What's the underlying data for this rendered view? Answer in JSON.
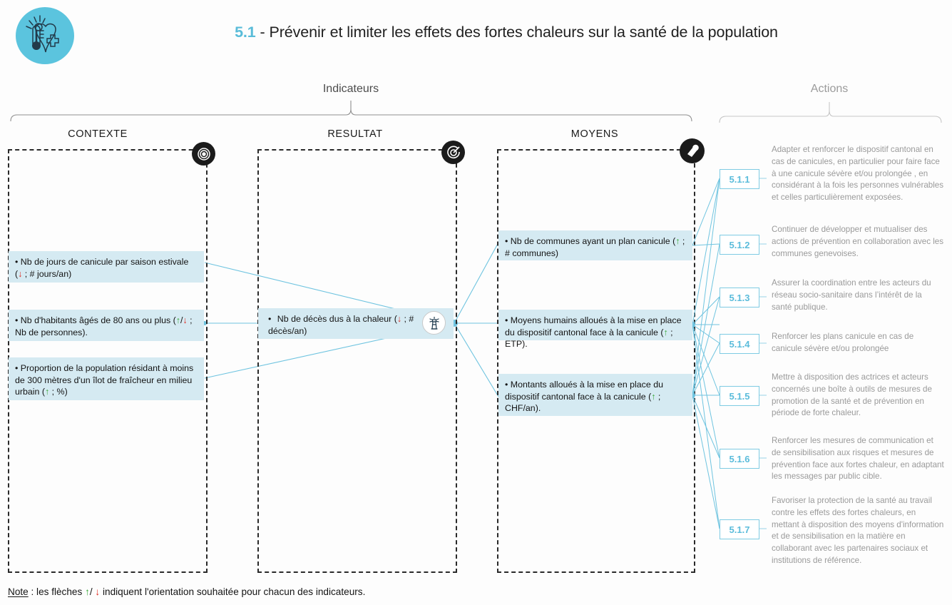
{
  "header": {
    "number": "5.1",
    "separator": " - ",
    "title": "Prévenir et limiter les effets des fortes chaleurs sur la santé de la population",
    "logo_icon": "thermometer-heart-sun-icon"
  },
  "groups": {
    "indicateurs_label": "Indicateurs",
    "actions_label": "Actions"
  },
  "columns": [
    {
      "id": "contexte",
      "label": "CONTEXTE",
      "badge_icon": "target-rings-icon"
    },
    {
      "id": "resultat",
      "label": "RESULTAT",
      "badge_icon": "target-arrow-icon"
    },
    {
      "id": "moyens",
      "label": "MOYENS",
      "badge_icon": "megaphone-icon"
    }
  ],
  "indicators": {
    "contexte": [
      {
        "bullet": "•",
        "text_before": " Nb de jours de canicule par saison estivale (",
        "arrows": "down",
        "text_after": " ; # jours/an)"
      },
      {
        "bullet": "•",
        "text_before": " Nb d'habitants âgés de 80 ans ou plus (",
        "arrows": "up-down",
        "text_after": " ; Nb de personnes)."
      },
      {
        "bullet": "•",
        "text_before": " Proportion de la population résidant à moins de 300 mètres d'un îlot de fraîcheur en milieu urbain (",
        "arrows": "up",
        "text_after": " ; %)"
      }
    ],
    "resultat": [
      {
        "bullet": "•",
        "text_before": "  Nb de décès dus à la chaleur (",
        "arrows": "down",
        "text_after": " ; # décès/an)",
        "icon": "lighthouse-icon"
      }
    ],
    "moyens": [
      {
        "bullet": "•",
        "text_before": " Nb de communes ayant un plan canicule (",
        "arrows": "up",
        "text_after": " ; # communes)"
      },
      {
        "bullet": "•",
        "text_before": " Moyens humains alloués à la mise en place du dispositif cantonal face à la canicule (",
        "arrows": "up",
        "text_after": " ; ETP)."
      },
      {
        "bullet": "•",
        "text_before": " Montants alloués à la mise en place du dispositif cantonal face à la canicule (",
        "arrows": "up",
        "text_after": " ; CHF/an)."
      }
    ]
  },
  "actions": [
    {
      "code": "5.1.1",
      "text": "Adapter et renforcer le dispositif cantonal en cas de canicules, en particulier pour faire face à une canicule sévère et/ou prolongée , en considérant à la fois les personnes vulnérables et celles particulièrement exposées."
    },
    {
      "code": "5.1.2",
      "text": "Continuer de développer et mutualiser des actions de prévention en collaboration avec les communes genevoises."
    },
    {
      "code": "5.1.3",
      "text": "Assurer la coordination entre les acteurs du réseau socio-sanitaire dans l’intérêt de la santé publique."
    },
    {
      "code": "5.1.4",
      "text": "Renforcer les plans canicule en cas de canicule sévère et/ou prolongée"
    },
    {
      "code": "5.1.5",
      "text": "Mettre à disposition des actrices et acteurs concernés une boîte à outils de mesures de promotion de la santé et de prévention en période de forte chaleur."
    },
    {
      "code": "5.1.6",
      "text": "Renforcer les mesures de communication et de sensibilisation aux risques et mesures de prévention face aux fortes chaleur, en adaptant les messages par public cible."
    },
    {
      "code": "5.1.7",
      "text": "Favoriser la protection de la santé au travail contre les effets des fortes chaleurs, en mettant à disposition des moyens d'information et de sensibilisation en la matière en collaborant avec les partenaires sociaux et institutions de référence."
    }
  ],
  "note": {
    "label": "Note",
    "text_before": " : les flèches ",
    "text_mid": "/",
    "text_after": " indiquent l'orientation souhaitée pour chacun des indicateurs."
  },
  "colors": {
    "accent": "#5bbcdb",
    "card_fill": "#d5eaf2",
    "arrow_up": "#3aa83a",
    "arrow_down": "#e02b20",
    "frame": "#2a2a2a",
    "muted_text": "#9a9a9a"
  }
}
